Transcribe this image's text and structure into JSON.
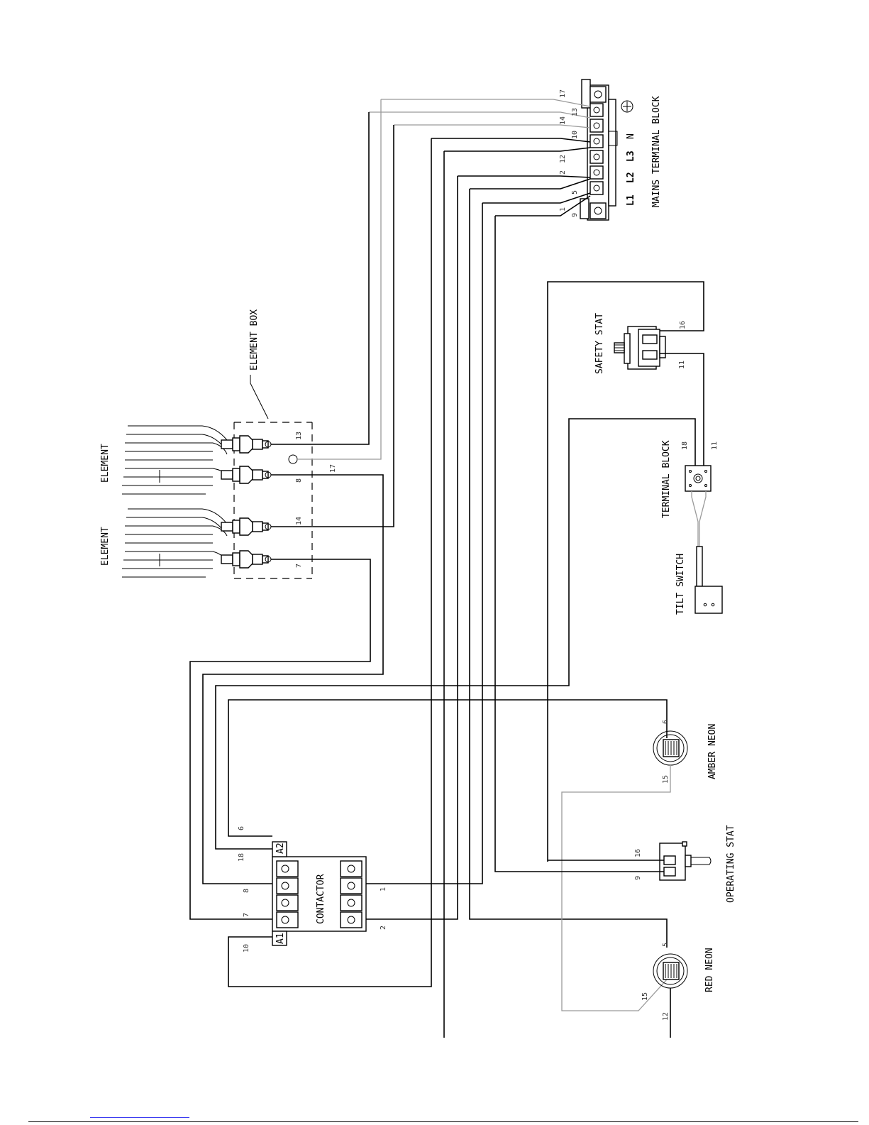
{
  "labels": {
    "mains_terminal_block": "MAINS TERMINAL BLOCK",
    "element_box": "ELEMENT BOX",
    "element_1": "ELEMENT",
    "element_2": "ELEMENT",
    "safety_stat": "SAFETY STAT",
    "terminal_block": "TERMINAL BLOCK",
    "tilt_switch": "TILT SWITCH",
    "amber_neon": "AMBER NEON",
    "operating_stat": "OPERATING STAT",
    "red_neon": "RED NEON",
    "contactor": "CONTACTOR"
  },
  "mains_terminals": {
    "l1": "L1",
    "l2": "L2",
    "l3": "L3",
    "n": "N"
  },
  "contactor_coils": {
    "a1": "A1",
    "a2": "A2"
  },
  "wires": {
    "w17": "17",
    "w14": "14",
    "w13": "13",
    "w10": "10",
    "w2": "2",
    "w12": "12",
    "w5": "5",
    "w1": "1",
    "w9": "9",
    "w16": "16",
    "w11": "11",
    "w18": "18",
    "w8": "8",
    "w7": "7",
    "w6": "6",
    "w15": "15"
  }
}
